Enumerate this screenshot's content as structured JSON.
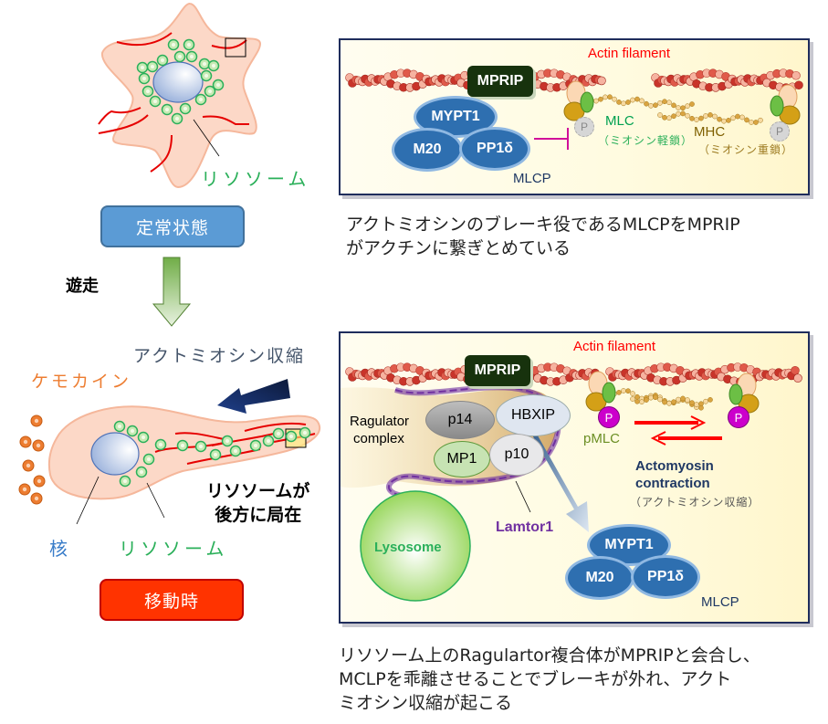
{
  "left": {
    "steady_cell_label": "リソソーム",
    "steady_state_badge": "定常状態",
    "migration_label": "遊走",
    "actomyosin_label": "アクトミオシン収縮",
    "chemokine_label": "ケモカイン",
    "nucleus_label": "核",
    "moving_cell_lysosome_label": "リソソーム",
    "rear_localization_label": [
      "リソソームが",
      "後方に局在"
    ],
    "moving_badge": "移動時"
  },
  "top_panel": {
    "actin_label": "Actin filament",
    "mprip": "MPRIP",
    "mlcp_subunits": [
      "MYPT1",
      "M20",
      "PP1δ"
    ],
    "mlcp_label": "MLCP",
    "mlc_label": "MLC",
    "mlc_jp": "（ミオシン軽鎖）",
    "mhc_label": "MHC",
    "mhc_jp": "（ミオシン重鎖）",
    "phospho": "P",
    "caption": [
      "アクトミオシンのブレーキ役であるMLCPをMPRIP",
      "がアクチンに繋ぎとめている"
    ]
  },
  "bottom_panel": {
    "actin_label": "Actin filament",
    "mprip": "MPRIP",
    "ragulator_label": [
      "Ragulator",
      "complex"
    ],
    "ragulator_subunits": [
      "p14",
      "HBXIP",
      "MP1",
      "p10"
    ],
    "lamtor_label": "Lamtor1",
    "lysosome_label": "Lysosome",
    "pmlc_label": "pMLC",
    "phospho": "P",
    "contraction_label": [
      "Actomyosin",
      "contraction"
    ],
    "contraction_jp": "（アクトミオシン収縮）",
    "mlcp_subunits": [
      "MYPT1",
      "M20",
      "PP1δ"
    ],
    "mlcp_label": "MLCP",
    "caption": [
      "リソソーム上のRagulartor複合体がMPRIPと会合し、",
      "MCLPを乖離させることでブレーキが外れ、アクト",
      "ミオシン収縮が起こる"
    ]
  },
  "colors": {
    "steady_badge": "#5b9bd5",
    "moving_badge": "#ff3300",
    "actin_label": "#ff0000",
    "mlcp_blue": "#2e6fb0",
    "mprip_bg": "#17320d",
    "lysosome_green": "#2bb05a",
    "lamtor_purple": "#7030a0",
    "phospho_magenta": "#cc00cc",
    "chemokine_orange": "#ed7d31"
  }
}
